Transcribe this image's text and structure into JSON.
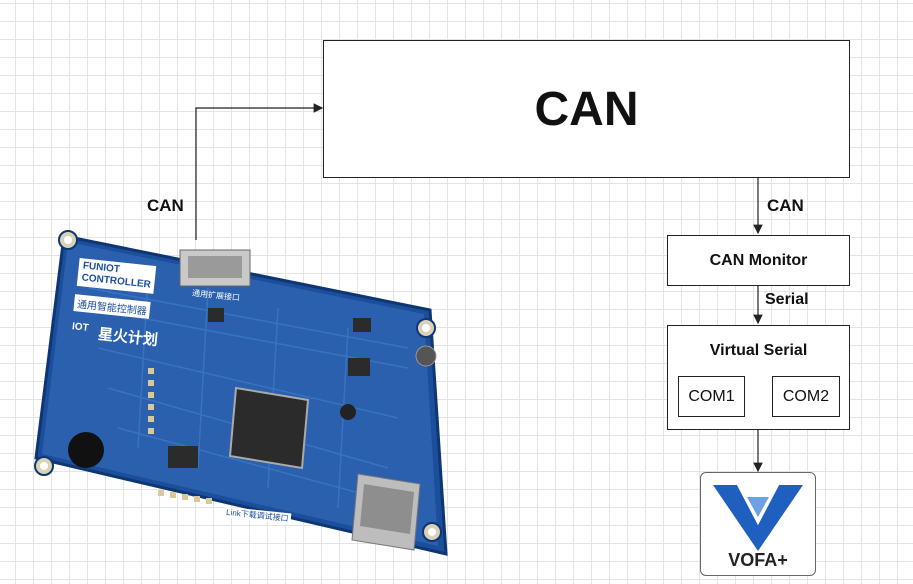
{
  "diagram": {
    "top_box_label": "CAN",
    "left_link_label": "CAN",
    "right_link_label": "CAN",
    "monitor_label": "CAN Monitor",
    "serial_link_label": "Serial",
    "virtual_serial_label": "Virtual Serial",
    "com1_label": "COM1",
    "com2_label": "COM2",
    "vofa_label": "VOFA+"
  },
  "board": {
    "brand_line1": "FUNIOT",
    "brand_line2": "CONTROLLER",
    "brand_cn": "通用智能控制器",
    "iot_label": "IOT",
    "series_cn": "星火计划",
    "port_top_cn": "通用扩展接口",
    "port_bottom_cn": "Link下载调试接口",
    "color_pcb": "#1b4f9c"
  },
  "colors": {
    "vofa_blue": "#1f5fbf",
    "line": "#222222"
  }
}
